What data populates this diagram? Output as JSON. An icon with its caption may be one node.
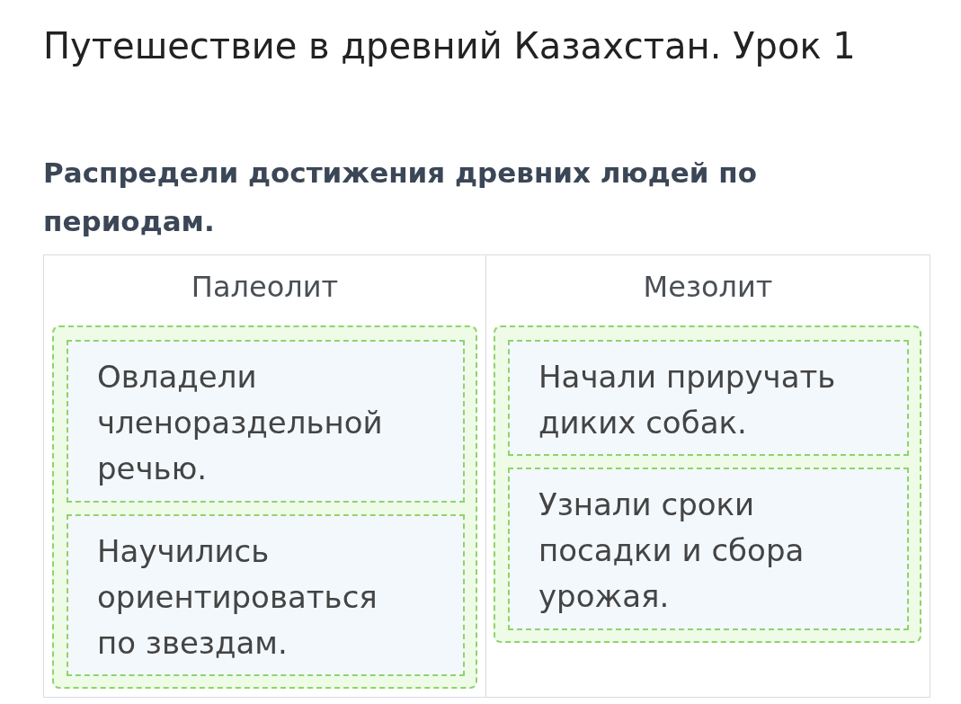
{
  "diagram": {
    "title": "Путешествие в древний Казахстан. Урок 1",
    "nodes": [
      {
        "text": [
          "Палеолит"
        ]
      },
      {
        "text": [],
        "shape": "box",
        "in": 0
      },
      {
        "text": [
          "Овладели членораздельной речью."
        ],
        "in": 1
      },
      {
        "text": [
          "Научились ориентироваться по звездам."
        ],
        "in": 1
      },
      {
        "text": [
          "Мезолит"
        ]
      },
      {
        "text": [],
        "shape": "box",
        "in": 4
      },
      {
        "text": [
          "Начали приручать диких собак."
        ],
        "in": 5
      },
      {
        "text": [
          "Узнали сроки посадки и сбора урожая."
        ],
        "in": 5
      }
    ],
    "edges": [],
    "labels": [
      "Распредели достижения древних людей по периодам."
    ]
  }
}
